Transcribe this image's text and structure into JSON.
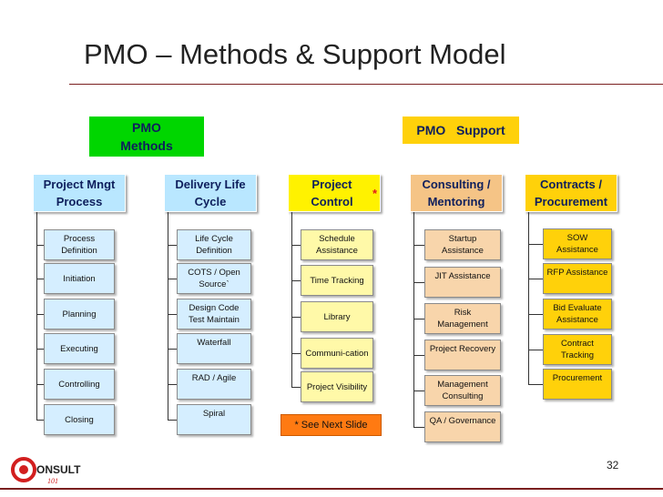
{
  "title": "PMO – Methods & Support Model",
  "top_boxes": {
    "methods": {
      "label": "PMO\nMethods",
      "color": "#00d600"
    },
    "support": {
      "label": "PMO   Support",
      "color": "#ffd10a"
    }
  },
  "columns": [
    {
      "heading": "Project Mngt Process",
      "header_color": "#b9e7ff",
      "header_text_color": "#0e1f5c",
      "leaf_color": "#d5eeff",
      "leaves": [
        "Process Definition",
        "Initiation",
        "Planning",
        "Executing",
        "Controlling",
        "Closing"
      ]
    },
    {
      "heading": "Delivery Life Cycle",
      "header_color": "#b9e7ff",
      "header_text_color": "#0e1f5c",
      "leaf_color": "#d5eeff",
      "leaves": [
        "Life Cycle Definition",
        "COTS / Open Source`",
        "Design Code Test Maintain",
        "Waterfall",
        "RAD / Agile",
        "Spiral"
      ]
    },
    {
      "heading": "Project Control",
      "heading_marker": "*",
      "header_color": "#fff200",
      "header_text_color": "#0e1f5c",
      "leaf_color": "#fff9a8",
      "leaves": [
        "Schedule Assistance",
        "Time Tracking",
        "Library",
        "Communi-cation",
        "Project Visibility"
      ]
    },
    {
      "heading": "Consulting / Mentoring",
      "header_color": "#f5c486",
      "header_text_color": "#0e1f5c",
      "leaf_color": "#f8d5ab",
      "leaves": [
        "Startup Assistance",
        "JIT Assistance",
        "Risk Management",
        "Project Recovery",
        "Management Consulting",
        "QA / Governance"
      ]
    },
    {
      "heading": "Contracts / Procurement",
      "header_color": "#ffd10a",
      "header_text_color": "#0e1f5c",
      "leaf_color": "#ffd10a",
      "leaves": [
        "SOW Assistance",
        "RFP Assistance",
        "Bid Evaluate Assistance",
        "Contract Tracking",
        "Procurement"
      ]
    }
  ],
  "note": "* See Next Slide",
  "footer": {
    "page_number": "32",
    "logo_icon": "consult-logo-icon"
  }
}
